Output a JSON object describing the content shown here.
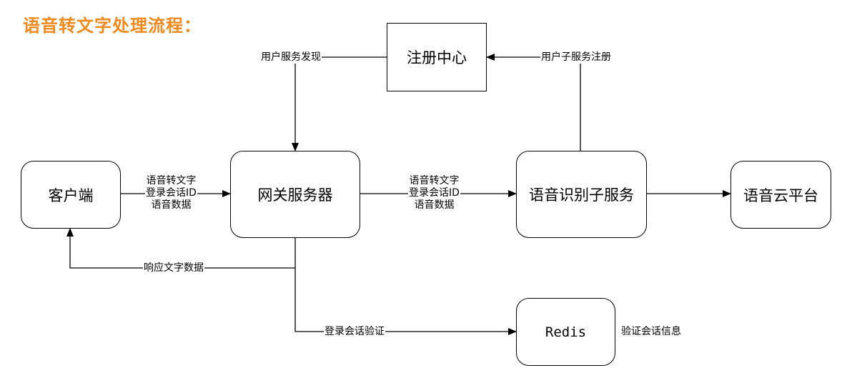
{
  "title": "语音转文字处理流程：",
  "colors": {
    "title": "#f0891e",
    "line": "#000000"
  },
  "nodes": {
    "registry": "注册中心",
    "client": "客户端",
    "gateway": "网关服务器",
    "asr": "语音识别子服务",
    "cloud": "语音云平台",
    "redis": "Redis"
  },
  "edges": {
    "discovery": "用户服务发现",
    "register": "用户子服务注册",
    "client_to_gateway": [
      "语音转文字",
      "登录会话ID",
      "语音数据"
    ],
    "gateway_to_asr": [
      "语音转文字",
      "登录会话ID",
      "语音数据"
    ],
    "response": "响应文字数据",
    "session_verify": "登录会话验证",
    "redis_note": "验证会话信息"
  }
}
